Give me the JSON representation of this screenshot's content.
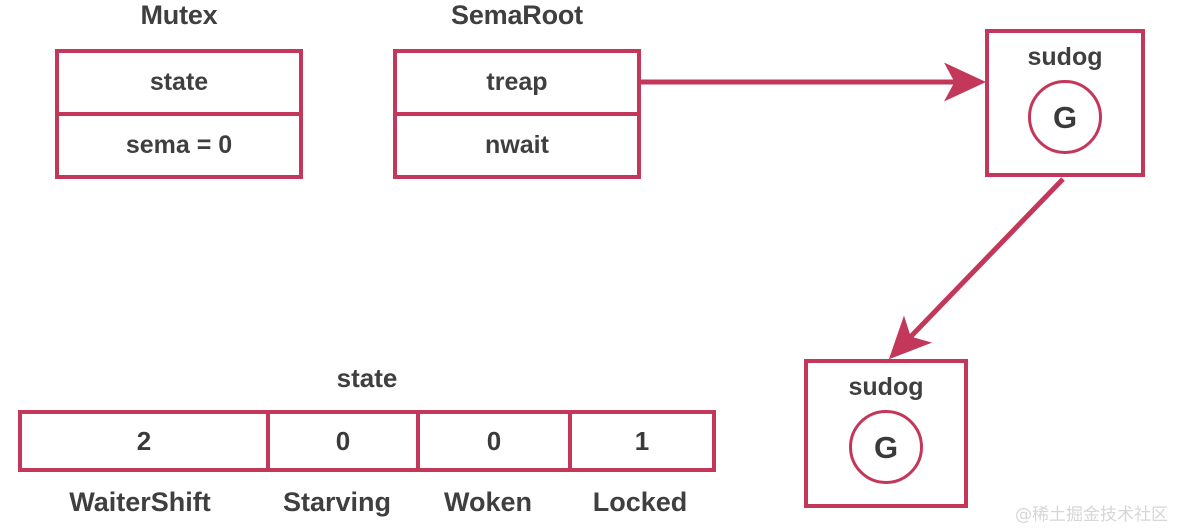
{
  "diagram": {
    "title_mutex": "Mutex",
    "title_semaroot": "SemaRoot",
    "accent_color": "#c3375a",
    "text_color": "#3f3f3f",
    "background": "#ffffff"
  },
  "mutex": {
    "title": "Mutex",
    "fields": [
      {
        "label": "state"
      },
      {
        "label": "sema = 0"
      }
    ]
  },
  "semaroot": {
    "title": "SemaRoot",
    "fields": [
      {
        "label": "treap"
      },
      {
        "label": "nwait"
      }
    ]
  },
  "sudogs": [
    {
      "label": "sudog",
      "goroutine": "G"
    },
    {
      "label": "sudog",
      "goroutine": "G"
    }
  ],
  "state_bitfield": {
    "caption": "state",
    "cells": [
      {
        "value": "2",
        "name": "WaiterShift"
      },
      {
        "value": "0",
        "name": "Starving"
      },
      {
        "value": "0",
        "name": "Woken"
      },
      {
        "value": "1",
        "name": "Locked"
      }
    ]
  },
  "watermark": {
    "text": "@稀土掘金技术社区"
  }
}
